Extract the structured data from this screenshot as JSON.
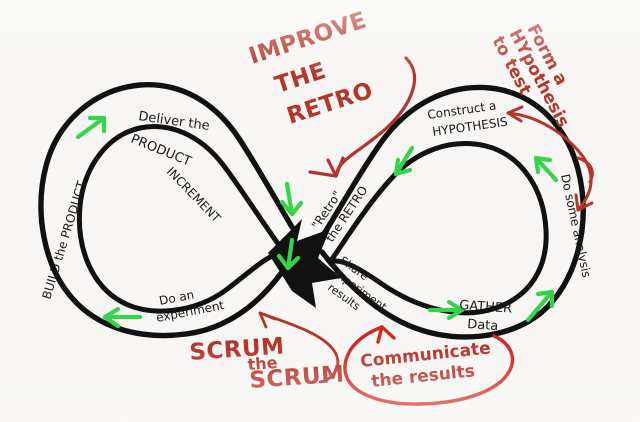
{
  "diagram": {
    "title_visible": false,
    "medium": "hand-drawn whiteboard sketch",
    "background_color": "#f7f6f4",
    "ink_colors": {
      "outline": "#111111",
      "flow_arrows": "#35d54a",
      "annotations": "#b5352a"
    }
  },
  "black_labels": {
    "build_the_product": "BUILD the PRODUCT",
    "deliver_the_product_increment_line1": "Deliver the",
    "deliver_the_product_increment_line2": "PRODUCT",
    "deliver_the_product_increment_line3": "INCREMENT",
    "do_an_experiment_line1": "Do an",
    "do_an_experiment_line2": "experiment",
    "retro_the_retro_line1": "\"Retro\"",
    "retro_the_retro_line2": "the RETRO",
    "share_experiment_results_line1": "Share",
    "share_experiment_results_line2": "experiment",
    "share_experiment_results_line3": "results",
    "construct_a_hypothesis_line1": "Construct a",
    "construct_a_hypothesis_line2": "HYPOTHESIS",
    "do_some_analysis": "Do some analysis",
    "gather_data_line1": "GATHER",
    "gather_data_line2": "Data"
  },
  "red_annotations": {
    "improve_the_retro_line1": "IMPROVE",
    "improve_the_retro_line2": "THE",
    "improve_the_retro_line3": "RETRO",
    "form_a_hypothesis_line1": "Form a",
    "form_a_hypothesis_line2": "HYpothesis",
    "form_a_hypothesis_line3": "to test",
    "scrum_the_scrum_line1": "SCRUM",
    "scrum_the_scrum_line2": "the",
    "scrum_the_scrum_line3": "SCRUM",
    "communicate_the_results_line1": "Communicate",
    "communicate_the_results_line2": "the results"
  },
  "flow_arrows": {
    "count": 8,
    "description": "green directional arrows around the infinity loop"
  }
}
